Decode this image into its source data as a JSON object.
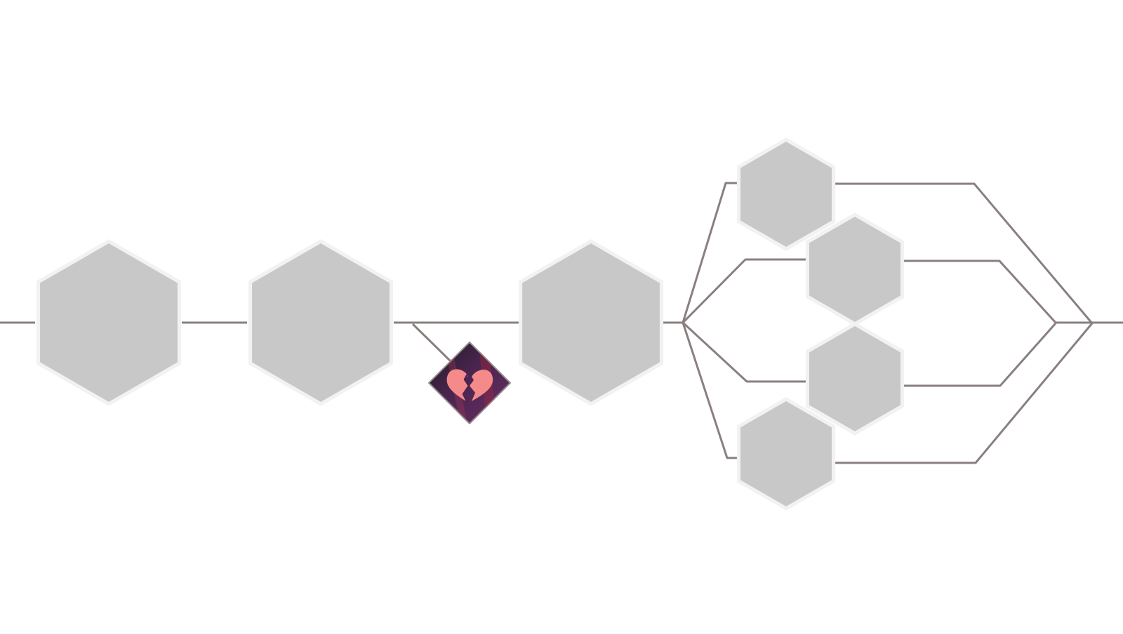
{
  "screen": {
    "type": "progression-tree"
  },
  "colors": {
    "background": "#ffffff",
    "connector": "#8a7f7f",
    "node_fill": "#c8c8c8",
    "node_rim": "#f2f2f2",
    "special_node_bg_dark": "#4a2550",
    "special_node_bg_red": "#7a1f2e",
    "special_node_icon": "#f58a8a"
  },
  "nodes": [
    {
      "id": "node-1",
      "kind": "hex",
      "state": "locked"
    },
    {
      "id": "node-2",
      "kind": "hex",
      "state": "locked"
    },
    {
      "id": "node-3",
      "kind": "hex",
      "state": "locked"
    },
    {
      "id": "branch-top",
      "kind": "hex",
      "state": "locked"
    },
    {
      "id": "branch-upper-mid",
      "kind": "hex",
      "state": "locked"
    },
    {
      "id": "branch-lower-mid",
      "kind": "hex",
      "state": "locked"
    },
    {
      "id": "branch-bottom",
      "kind": "hex",
      "state": "locked"
    }
  ],
  "special_node": {
    "id": "broken-heart-node",
    "icon": "broken-heart-icon"
  }
}
